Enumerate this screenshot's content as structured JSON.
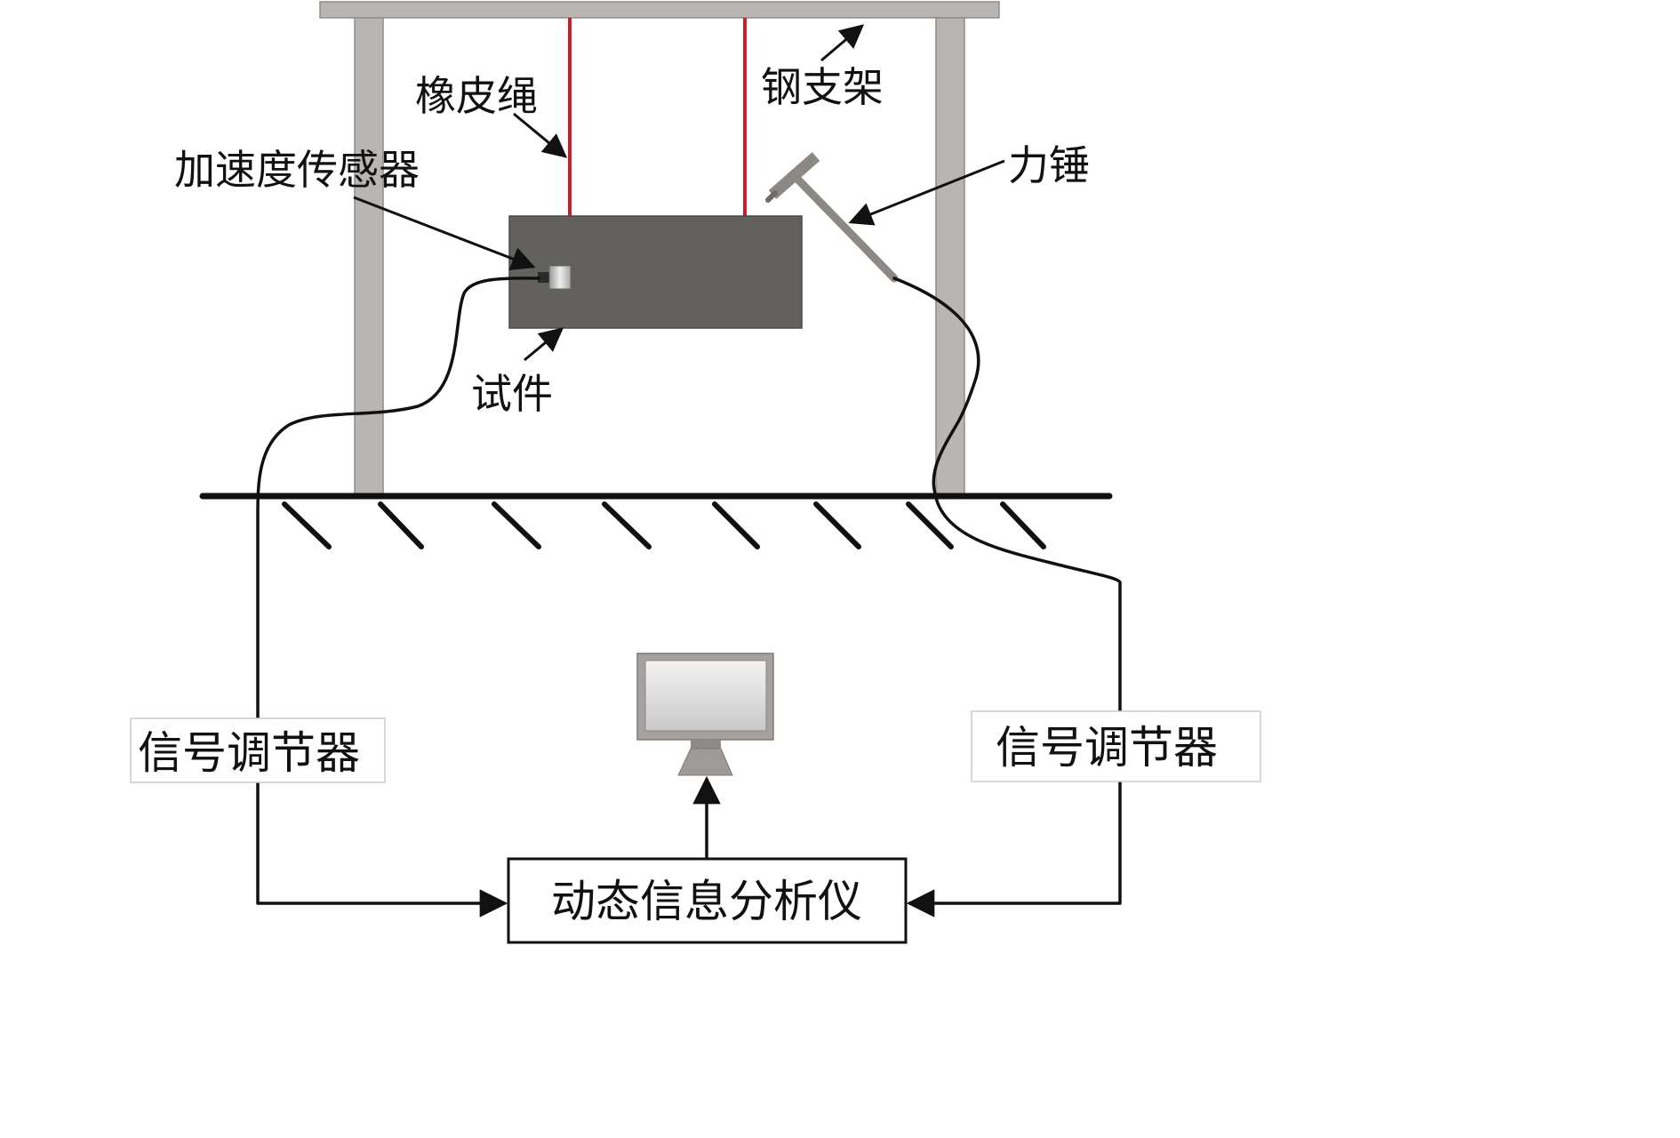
{
  "labels": {
    "rubber_rope": "橡皮绳",
    "steel_frame": "钢支架",
    "accelerometer": "加速度传感器",
    "hammer": "力锤",
    "specimen": "试件",
    "signal_conditioner_left": "信号调节器",
    "signal_conditioner_right": "信号调节器",
    "analyzer": "动态信息分析仪"
  },
  "colors": {
    "frame": "#b9b5b2",
    "frame_edge": "#8f8b88",
    "rope": "#c8202a",
    "specimen": "#63615e",
    "cable": "#111111",
    "text": "#111111"
  }
}
